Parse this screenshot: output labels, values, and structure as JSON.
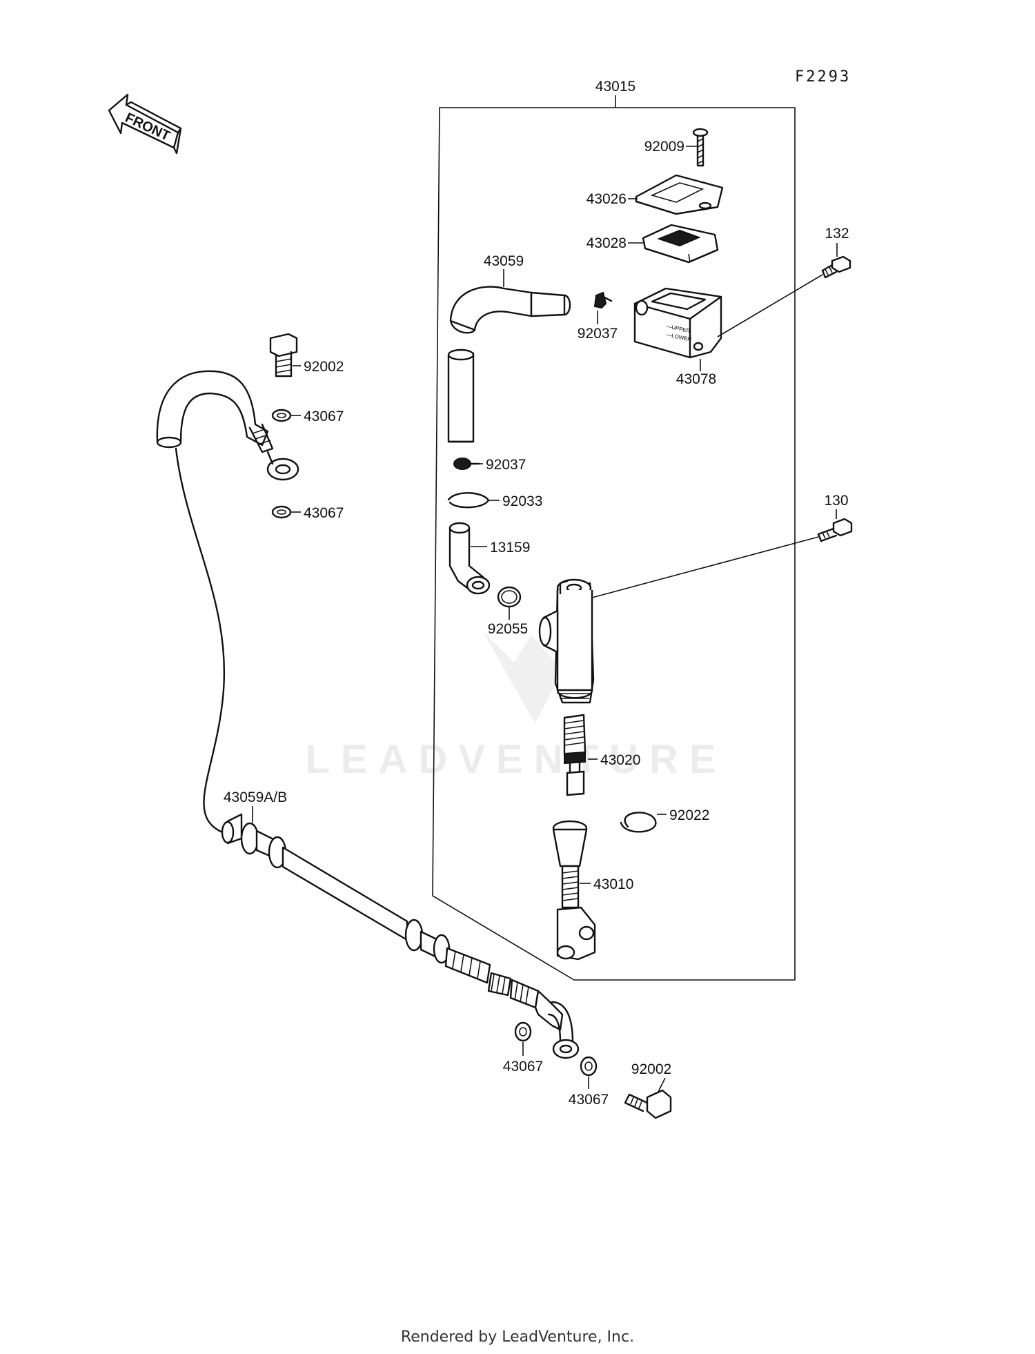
{
  "figure_code": "F2293",
  "front_arrow_label": "FRONT",
  "watermark": "LEADVENTURE",
  "footer": "Rendered by LeadVenture, Inc.",
  "callouts": {
    "assembly": "43015",
    "screw": "92009",
    "cap": "43026",
    "diaphragm": "43028",
    "bolt_132": "132",
    "hose": "43059",
    "clamp_upper": "92037",
    "reservoir": "43078",
    "banjo_bolt_upper": "92002",
    "washer_1": "43067",
    "washer_2": "43067",
    "clamp_lower": "92037",
    "circlip": "92033",
    "connector": "13159",
    "bolt_130": "130",
    "o_ring": "92055",
    "piston": "43020",
    "snap_ring": "92022",
    "push_rod": "43010",
    "brake_hose": "43059A/B",
    "washer_3": "43067",
    "washer_4": "43067",
    "banjo_bolt_lower": "92002"
  }
}
